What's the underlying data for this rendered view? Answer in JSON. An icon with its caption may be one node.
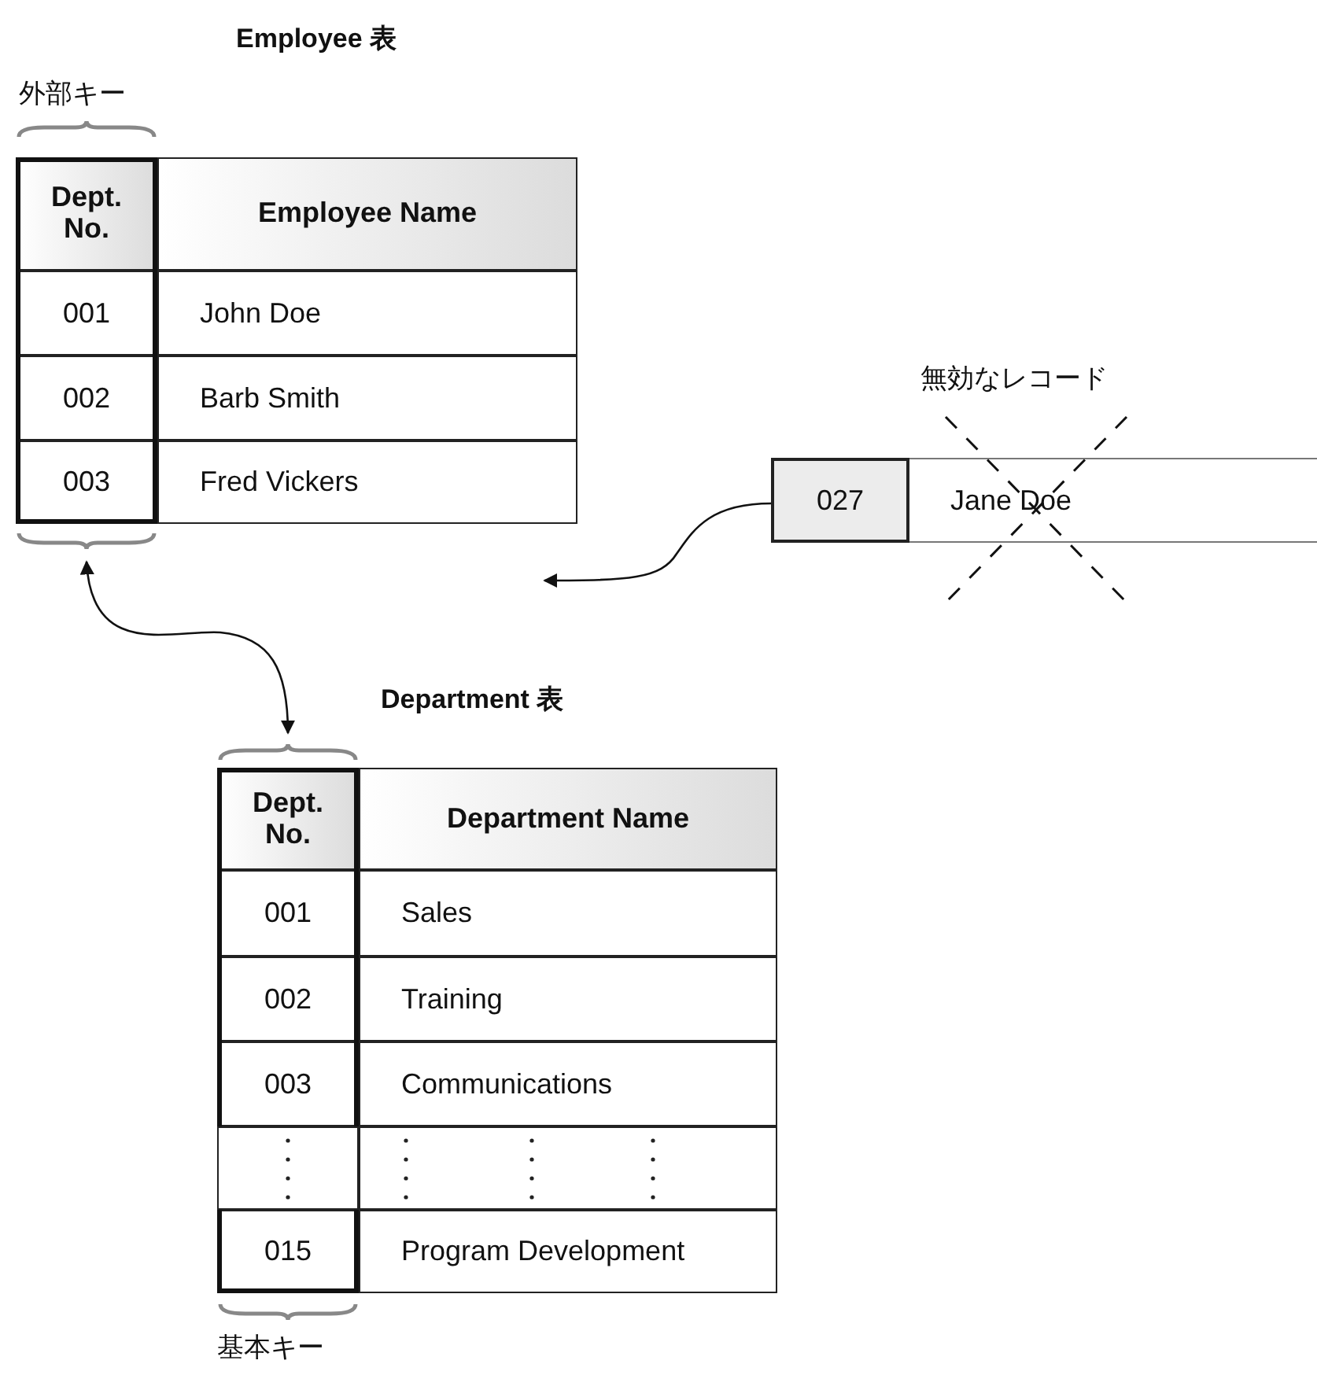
{
  "diagram": {
    "nodes": [
      {
        "text": [
          "Employee 表"
        ]
      },
      {
        "text": [
          "外部キー",
          "Dept. No.",
          "001",
          "002",
          "003"
        ],
        "in": 0
      },
      {
        "text": [
          "Employee Name",
          "John Doe",
          "Barb Smith",
          "Fred Vickers"
        ],
        "in": 0
      },
      {
        "text": [
          "無効なレコード"
        ]
      },
      {
        "text": [
          "027"
        ],
        "in": 3
      },
      {
        "text": [
          "Jane Doe"
        ],
        "in": 3
      },
      {
        "text": [
          "Department 表"
        ]
      },
      {
        "text": [
          "Dept. No.",
          "001",
          "002",
          "003",
          "015",
          "基本キー"
        ],
        "in": 6
      },
      {
        "text": [
          "Department Name",
          "Sales",
          "Training",
          "Communications",
          "Program Development"
        ],
        "in": 6
      }
    ],
    "edges": [
      {
        "from": 1,
        "to": 7,
        "arrow": "both"
      },
      {
        "from": 4,
        "to": 0,
        "arrow": "to"
      }
    ]
  }
}
